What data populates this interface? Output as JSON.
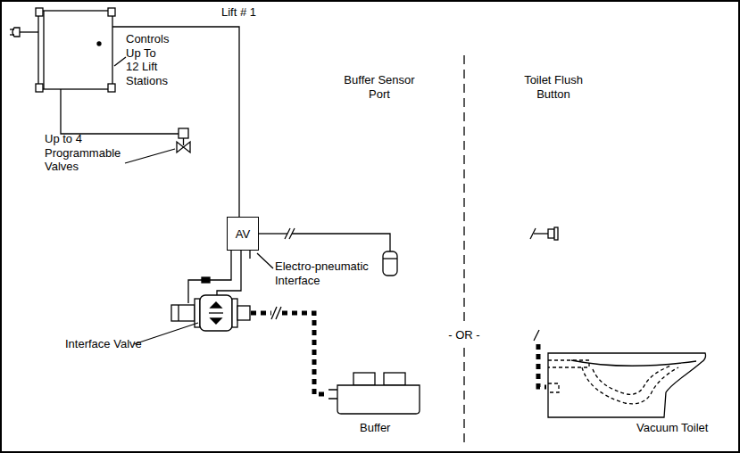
{
  "diagram": {
    "nodes": [
      {
        "text": [
          "AV"
        ]
      }
    ],
    "labels": [
      "Lift # 1",
      "Controls Up To 12 Lift Stations",
      "Up to 4 Programmable Valves",
      "Buffer Sensor Port",
      "Toilet Flush Button",
      "Electro-pneumatic Interface",
      "Interface Valve",
      "- OR -",
      "Buffer",
      "Vacuum Toilet"
    ]
  }
}
